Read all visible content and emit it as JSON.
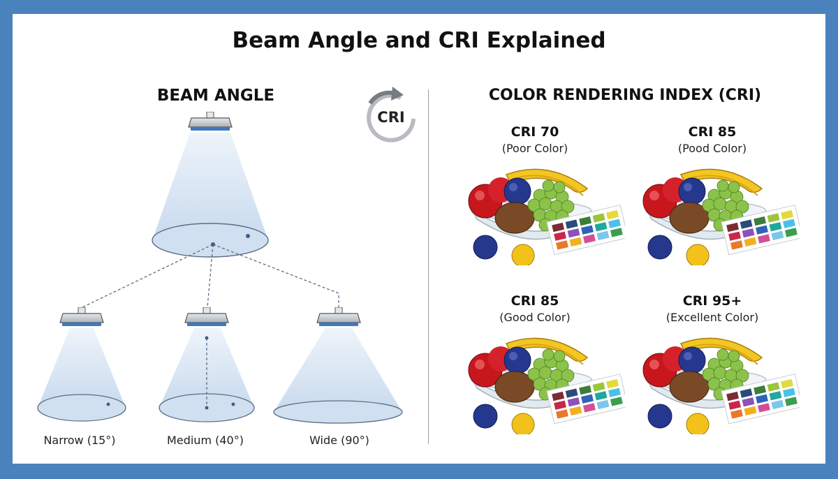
{
  "title": "Beam Angle and CRI Explained",
  "beam_angle": {
    "heading": "BEAM ANGLE",
    "badge": "CRI",
    "fixtures": [
      {
        "label": "Narrow (15°)"
      },
      {
        "label": "Medium (40°)"
      },
      {
        "label": "Wide (90°)"
      }
    ]
  },
  "cri": {
    "heading": "COLOR RENDERING INDEX (CRI)",
    "panels": [
      {
        "title": "CRI 70",
        "subtitle": "(Poor Color)"
      },
      {
        "title": "CRI 85",
        "subtitle": "(Pood Color)"
      },
      {
        "title": "CRI 85",
        "subtitle": "(Good Color)"
      },
      {
        "title": "CRI 95+",
        "subtitle": "(Excellent Color)"
      }
    ]
  },
  "colors": {
    "frame": "#4a82bd",
    "beam_fill": "#d6e4f2",
    "fixture_body": "#c9ced3",
    "fixture_lens": "#3f78bf"
  }
}
